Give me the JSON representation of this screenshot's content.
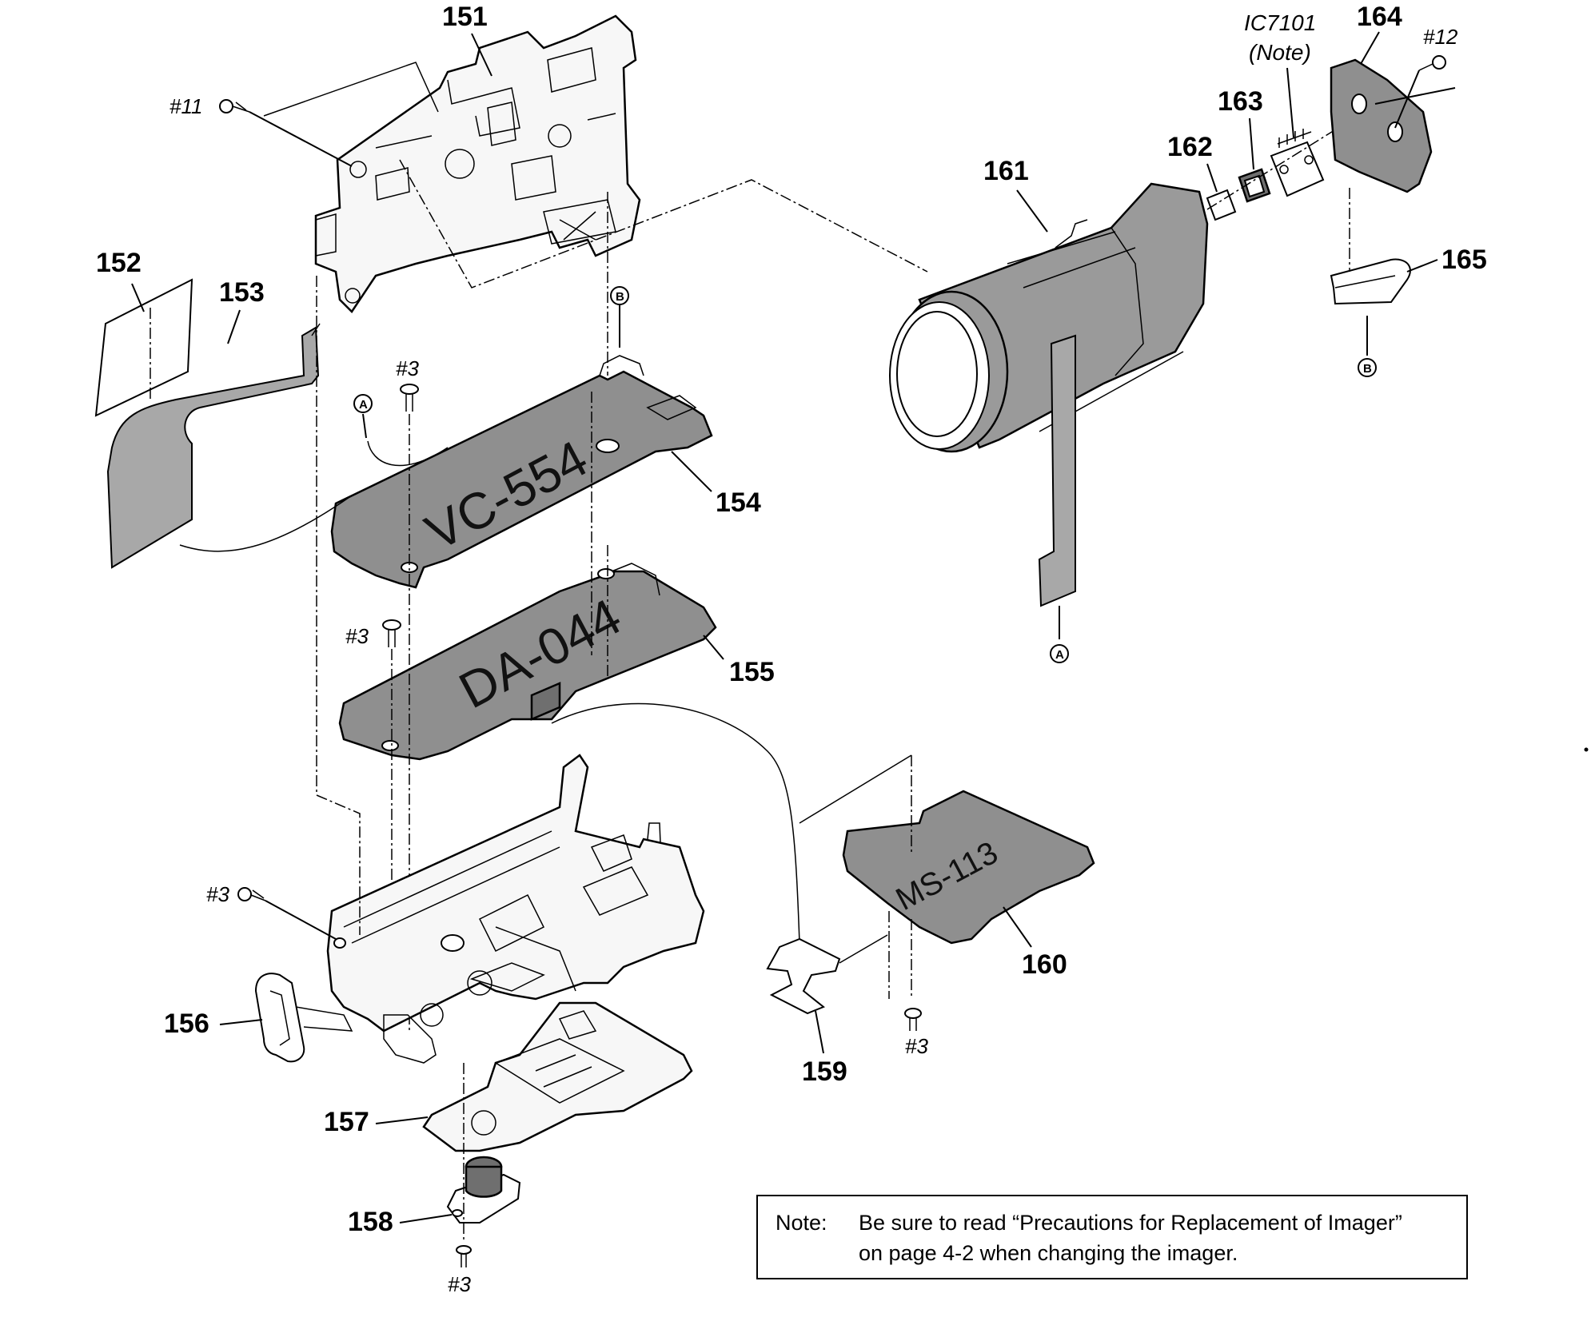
{
  "parts": {
    "p151": "151",
    "p152": "152",
    "p153": "153",
    "p154": "154",
    "p155": "155",
    "p156": "156",
    "p157": "157",
    "p158": "158",
    "p159": "159",
    "p160": "160",
    "p161": "161",
    "p162": "162",
    "p163": "163",
    "p164": "164",
    "p165": "165"
  },
  "screws": {
    "s11": "#11",
    "s12": "#12",
    "s3": "#3"
  },
  "ic": {
    "name": "IC7101",
    "note": "(Note)"
  },
  "boards": {
    "vc": "VC-554",
    "da": "DA-044",
    "ms": "MS-113"
  },
  "connectors": {
    "a": "A",
    "b": "B"
  },
  "note": {
    "label": "Note:",
    "line1": "Be sure to read “Precautions for Replacement of Imager”",
    "line2": "on page 4-2 when changing the imager."
  }
}
